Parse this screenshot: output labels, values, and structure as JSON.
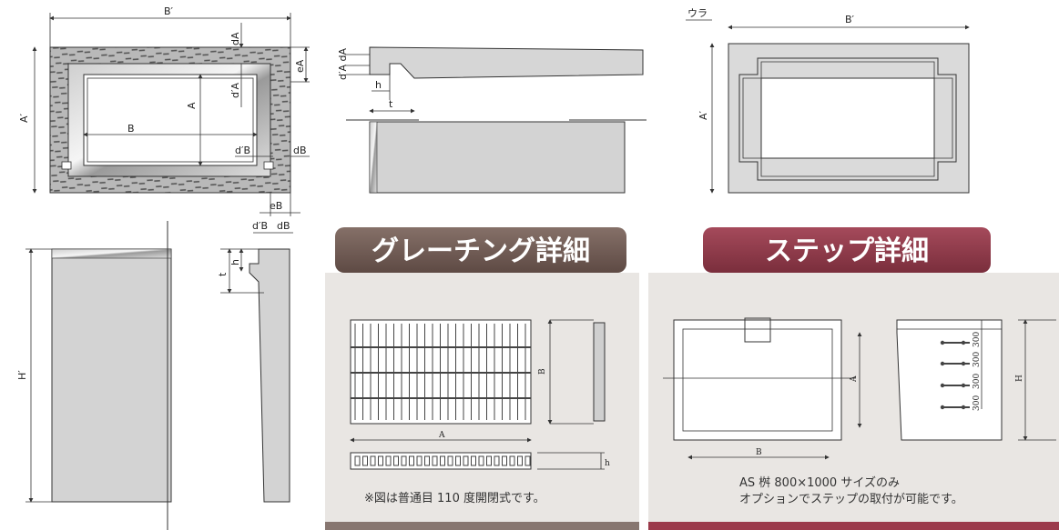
{
  "labels": {
    "top_left": {
      "B_prime": "B′",
      "dA": "dA",
      "eA": "eA",
      "A_prime": "A′",
      "A": "A",
      "d_prime_A": "d′A",
      "B": "B",
      "d_prime_B": "d′B",
      "dB": "dB",
      "eB": "eB"
    },
    "section_top": {
      "d_prime_A_dA": "d′A dA",
      "h": "h",
      "t": "t"
    },
    "back_view": {
      "ura": "ウラ",
      "B_prime": "B′",
      "A_prime": "A′"
    },
    "side_bottom": {
      "H_prime": "H′",
      "d_prime_B": "d′B",
      "dB": "dB",
      "h": "h",
      "t": "t"
    }
  },
  "grating_panel": {
    "title": "グレーチング詳細",
    "dim_B": "B",
    "dim_A": "A",
    "dim_h": "h",
    "note": "※図は普通目 110 度開閉式です。"
  },
  "step_panel": {
    "title": "ステップ詳細",
    "dim_A": "A",
    "dim_B": "B",
    "dim_H": "H",
    "spacings": [
      "300",
      "300",
      "300",
      "300"
    ],
    "note_line1": "AS 桝 800×1000 サイズのみ",
    "note_line2": "オプションでステップの取付が可能です。"
  },
  "colors": {
    "grating_banner": "#6e5a53",
    "step_banner": "#8e3a49",
    "panel_bg": "#e9e6e3",
    "concrete": "#d4d4d4"
  }
}
